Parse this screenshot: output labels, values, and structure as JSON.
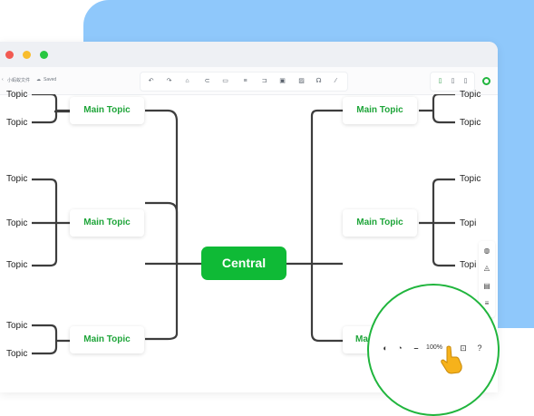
{
  "breadcrumb": {
    "path": "小蚂蚁文件",
    "status": "Saved"
  },
  "toolbar": {
    "icons": [
      "undo-icon",
      "redo-icon",
      "style-icon",
      "summary-icon",
      "boundary-icon",
      "relationship-icon",
      "callout-icon",
      "image-icon",
      "link-icon",
      "tag-icon",
      "brush-icon"
    ]
  },
  "mindmap": {
    "central": "Central",
    "main_topics": {
      "left_top": "Main Topic",
      "left_mid": "Main Topic",
      "left_bottom": "Main Topic",
      "right_top": "Main Topic",
      "right_mid": "Main Topic",
      "right_bottom": "Ma"
    },
    "leaves": {
      "l1": "Topic",
      "l2": "Topic",
      "l3": "Topic",
      "l4": "Topic",
      "l5": "Topic",
      "l6": "Topic",
      "l7": "Topic",
      "r1": "Topic",
      "r2": "Topic",
      "r3": "Topic",
      "r4": "Topi",
      "r5": "Topi"
    }
  },
  "zoom": {
    "level": "100%",
    "minus": "–"
  },
  "colors": {
    "accent": "#0fba36",
    "topic_text": "#1fa53a",
    "background_blue": "#8fc8fb",
    "cursor": "#f6b21b"
  }
}
